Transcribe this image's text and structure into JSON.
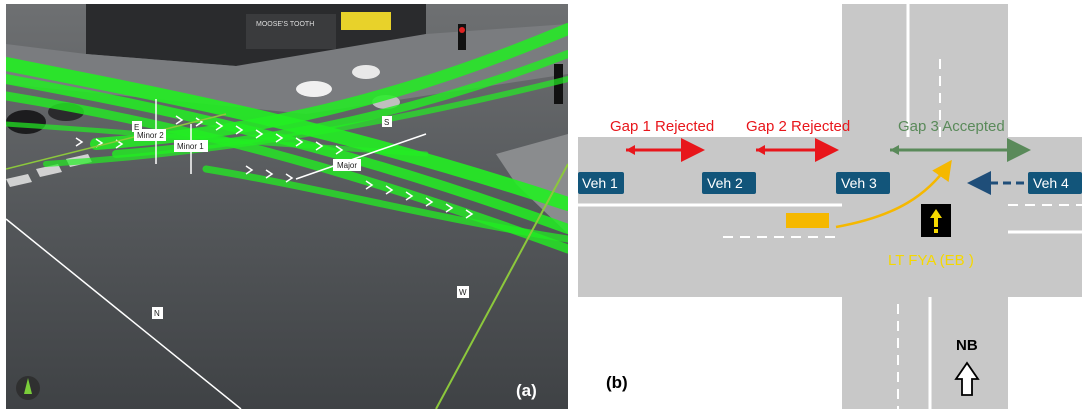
{
  "panel_a": {
    "label": "(a)",
    "sign_text": "MOOSE'S TOOTH",
    "road_labels": {
      "minor1": "Minor 1",
      "minor2": "Minor 2",
      "major": "Major",
      "n": "N",
      "w": "W",
      "e": "E",
      "s": "S"
    },
    "colors": {
      "trajectory": "#22ee22",
      "road_line": "#8cc83c"
    }
  },
  "panel_b": {
    "label": "(b)",
    "gaps": [
      {
        "label": "Gap 1 Rejected",
        "color": "#e8161b"
      },
      {
        "label": "Gap 2 Rejected",
        "color": "#e8161b"
      },
      {
        "label": "Gap 3 Accepted",
        "color": "#5a8a5a"
      }
    ],
    "vehicles": [
      "Veh 1",
      "Veh 2",
      "Veh 3",
      "Veh 4"
    ],
    "signal_label": "LT FYA (EB )",
    "direction_label": "NB",
    "colors": {
      "road": "#c8c8c8",
      "vehicle_box": "#12557a",
      "left_turn_car": "#f5b800",
      "signal_label": "#f5d800",
      "approach_arrow": "#1f4e79"
    }
  }
}
